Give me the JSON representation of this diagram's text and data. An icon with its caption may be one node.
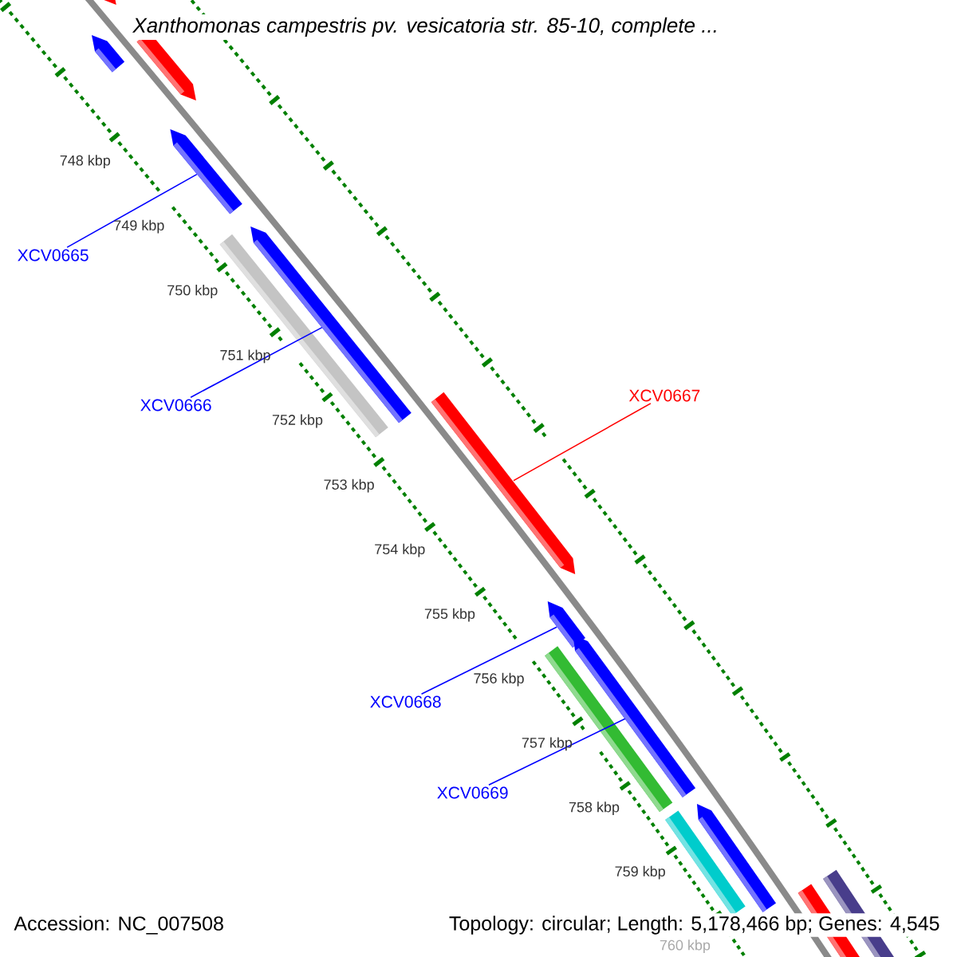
{
  "diagram": {
    "title": "Xanthomonas campestris pv. vesicatoria str. 85-10, complete ...",
    "nodes": [
      {
        "text": [
          "XCV0665"
        ]
      },
      {
        "text": [
          "XCV0666"
        ]
      },
      {
        "text": [
          "XCV0667"
        ]
      },
      {
        "text": [
          "XCV0668"
        ]
      },
      {
        "text": [
          "XCV0669"
        ]
      },
      {
        "text": [],
        "shape": "bar"
      },
      {
        "text": [],
        "shape": "bar"
      },
      {
        "text": [],
        "shape": "bar"
      },
      {
        "text": [],
        "shape": "bar"
      },
      {
        "text": [],
        "shape": "bar"
      }
    ],
    "edges": [
      {
        "from": 0,
        "to": 5,
        "arrow": "none"
      },
      {
        "from": 1,
        "to": 6,
        "arrow": "none"
      },
      {
        "from": 2,
        "to": 7,
        "arrow": "none",
        "color": "#ff0000"
      },
      {
        "from": 3,
        "to": 8,
        "arrow": "none"
      },
      {
        "from": 4,
        "to": 9,
        "arrow": "none"
      }
    ],
    "labels": [
      "748 kbp",
      "749 kbp",
      "750 kbp",
      "751 kbp",
      "752 kbp",
      "753 kbp",
      "754 kbp",
      "755 kbp",
      "756 kbp",
      "757 kbp",
      "758 kbp",
      "759 kbp",
      "760 kbp",
      "Accession: NC_007508",
      "Topology: circular; Length: 5,178,466 bp; Genes: 4,545"
    ]
  }
}
